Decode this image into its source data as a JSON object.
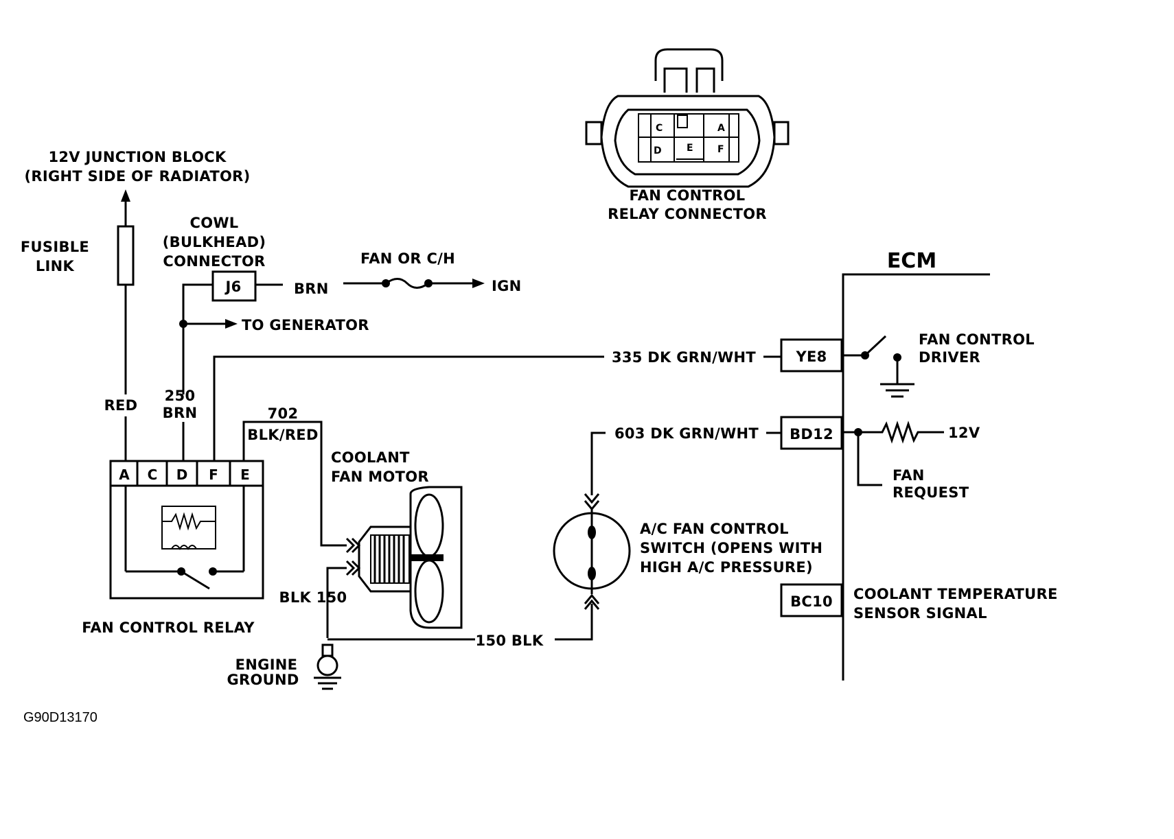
{
  "labels": {
    "junction_block_1": "12V JUNCTION BLOCK",
    "junction_block_2": "(RIGHT SIDE OF RADIATOR)",
    "fusible_link_1": "FUSIBLE",
    "fusible_link_2": "LINK",
    "cowl_1": "COWL",
    "cowl_2": "(BULKHEAD)",
    "cowl_3": "CONNECTOR",
    "j6": "J6",
    "brn": "BRN",
    "fan_ch": "FAN OR C/H",
    "ign": "IGN",
    "to_generator": "TO GENERATOR",
    "red": "RED",
    "w250_1": "250",
    "w250_2": "BRN",
    "w702_1": "702",
    "w702_2": "BLK/RED",
    "coolant_fan_1": "COOLANT",
    "coolant_fan_2": "FAN MOTOR",
    "blk150": "BLK 150",
    "fan_control_relay": "FAN CONTROL RELAY",
    "engine_ground_1": "ENGINE",
    "engine_ground_2": "GROUND",
    "w150blk": "150 BLK",
    "ac_switch_1": "A/C FAN CONTROL",
    "ac_switch_2": "SWITCH (OPENS WITH",
    "ac_switch_3": "HIGH A/C PRESSURE)",
    "w335": "335 DK GRN/WHT",
    "w603": "603 DK GRN/WHT",
    "connector_title_1": "FAN CONTROL",
    "connector_title_2": "RELAY CONNECTOR",
    "ecm": "ECM",
    "ye8": "YE8",
    "bd12": "BD12",
    "bc10": "BC10",
    "fan_driver_1": "FAN CONTROL",
    "fan_driver_2": "DRIVER",
    "v12": "12V",
    "fan_request_1": "FAN",
    "fan_request_2": "REQUEST",
    "coolant_sensor_1": "COOLANT TEMPERATURE",
    "coolant_sensor_2": "SENSOR SIGNAL",
    "figure_code": "G90D13170"
  },
  "relay_pins": [
    "A",
    "C",
    "D",
    "F",
    "E"
  ],
  "connector_pins": {
    "top": [
      "C",
      "A"
    ],
    "bottom": [
      "D",
      "E",
      "F"
    ]
  }
}
